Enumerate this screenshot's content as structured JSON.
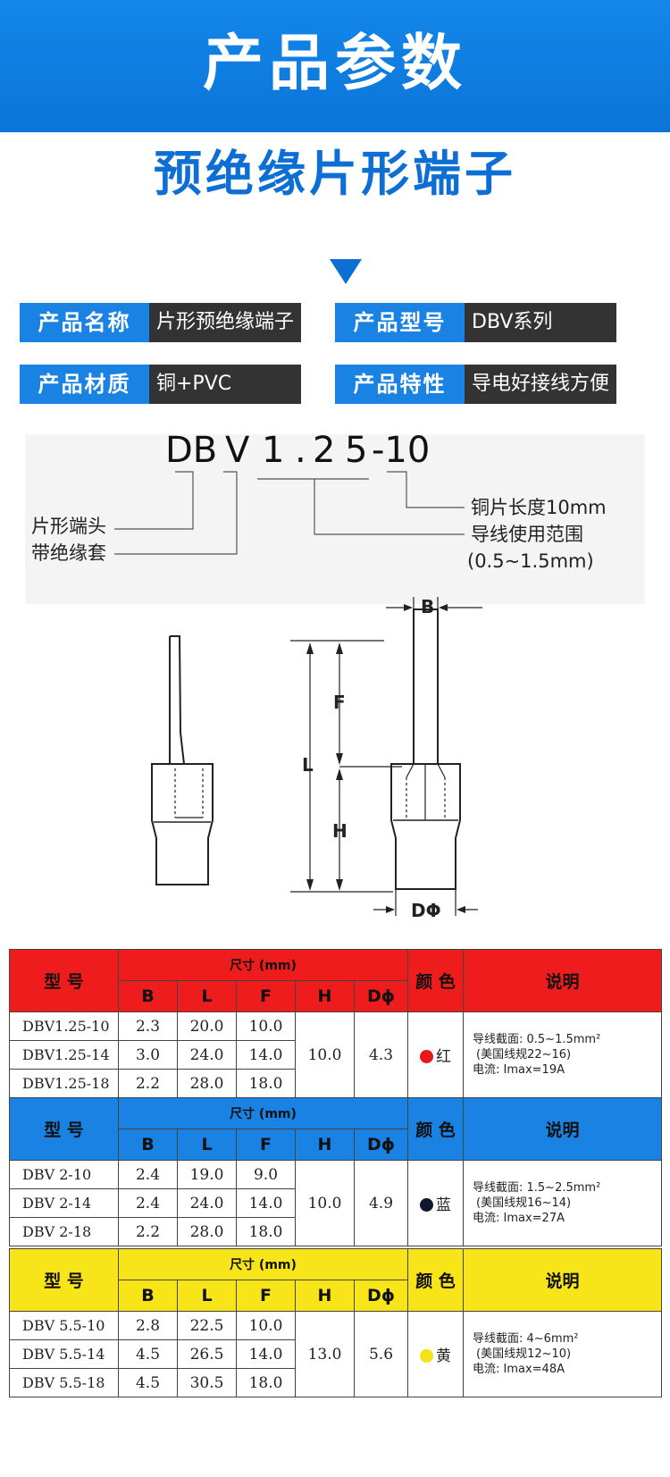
{
  "banner": {
    "title": "产品参数"
  },
  "subtitle": "预绝缘片形端子",
  "info": {
    "name_label": "产品名称",
    "name_value": "片形预绝缘端子",
    "model_label": "产品型号",
    "model_value": "DBV系列",
    "material_label": "产品材质",
    "material_value": "铜+PVC",
    "feature_label": "产品特性",
    "feature_value": "导电好接线方便"
  },
  "code": {
    "chars": [
      "DB",
      "V",
      "1",
      ".",
      "2",
      "5",
      "-10"
    ],
    "annotations": {
      "tip": "片形端头",
      "sleeve": "带绝缘套",
      "length": "铜片长度10mm",
      "range": "导线使用范围",
      "range_value": "(0.5~1.5mm)"
    }
  },
  "diagram": {
    "labels": {
      "b": "B",
      "f": "F",
      "l": "L",
      "h": "H",
      "d": "DΦ"
    }
  },
  "table_headers": {
    "model": "型 号",
    "size": "尺寸 (mm)",
    "cols": [
      "B",
      "L",
      "F",
      "H",
      "Dϕ"
    ],
    "color": "颜 色",
    "note": "说明"
  },
  "tables": [
    {
      "header_color": "#ee1c1c",
      "rows": [
        {
          "model": "DBV1.25-10",
          "b": "2.3",
          "l": "20.0",
          "f": "10.0"
        },
        {
          "model": "DBV1.25-14",
          "b": "3.0",
          "l": "24.0",
          "f": "14.0"
        },
        {
          "model": "DBV1.25-18",
          "b": "2.2",
          "l": "28.0",
          "f": "18.0"
        }
      ],
      "h": "10.0",
      "d": "4.3",
      "color_name": "红",
      "dot_color": "#e81818",
      "note": [
        "导线截面: 0.5~1.5mm²",
        "(美国线规22~16)",
        "电流: Imax=19A"
      ]
    },
    {
      "header_color": "#1a82e3",
      "rows": [
        {
          "model": "DBV 2-10",
          "b": "2.4",
          "l": "19.0",
          "f": "9.0"
        },
        {
          "model": "DBV 2-14",
          "b": "2.4",
          "l": "24.0",
          "f": "14.0"
        },
        {
          "model": "DBV 2-18",
          "b": "2.2",
          "l": "28.0",
          "f": "18.0"
        }
      ],
      "h": "10.0",
      "d": "4.9",
      "color_name": "蓝",
      "dot_color": "#10182e",
      "note": [
        "导线截面: 1.5~2.5mm²",
        "(美国线规16~14)",
        "电流: Imax=27A"
      ]
    },
    {
      "header_color": "#f7e51a",
      "rows": [
        {
          "model": "DBV 5.5-10",
          "b": "2.8",
          "l": "22.5",
          "f": "10.0"
        },
        {
          "model": "DBV 5.5-14",
          "b": "4.5",
          "l": "26.5",
          "f": "14.0"
        },
        {
          "model": "DBV 5.5-18",
          "b": "4.5",
          "l": "30.5",
          "f": "18.0"
        }
      ],
      "h": "13.0",
      "d": "5.6",
      "color_name": "黄",
      "dot_color": "#f3e21a",
      "note": [
        "导线截面: 4~6mm²",
        "(美国线规12~10)",
        "电流: Imax=48A"
      ]
    }
  ]
}
